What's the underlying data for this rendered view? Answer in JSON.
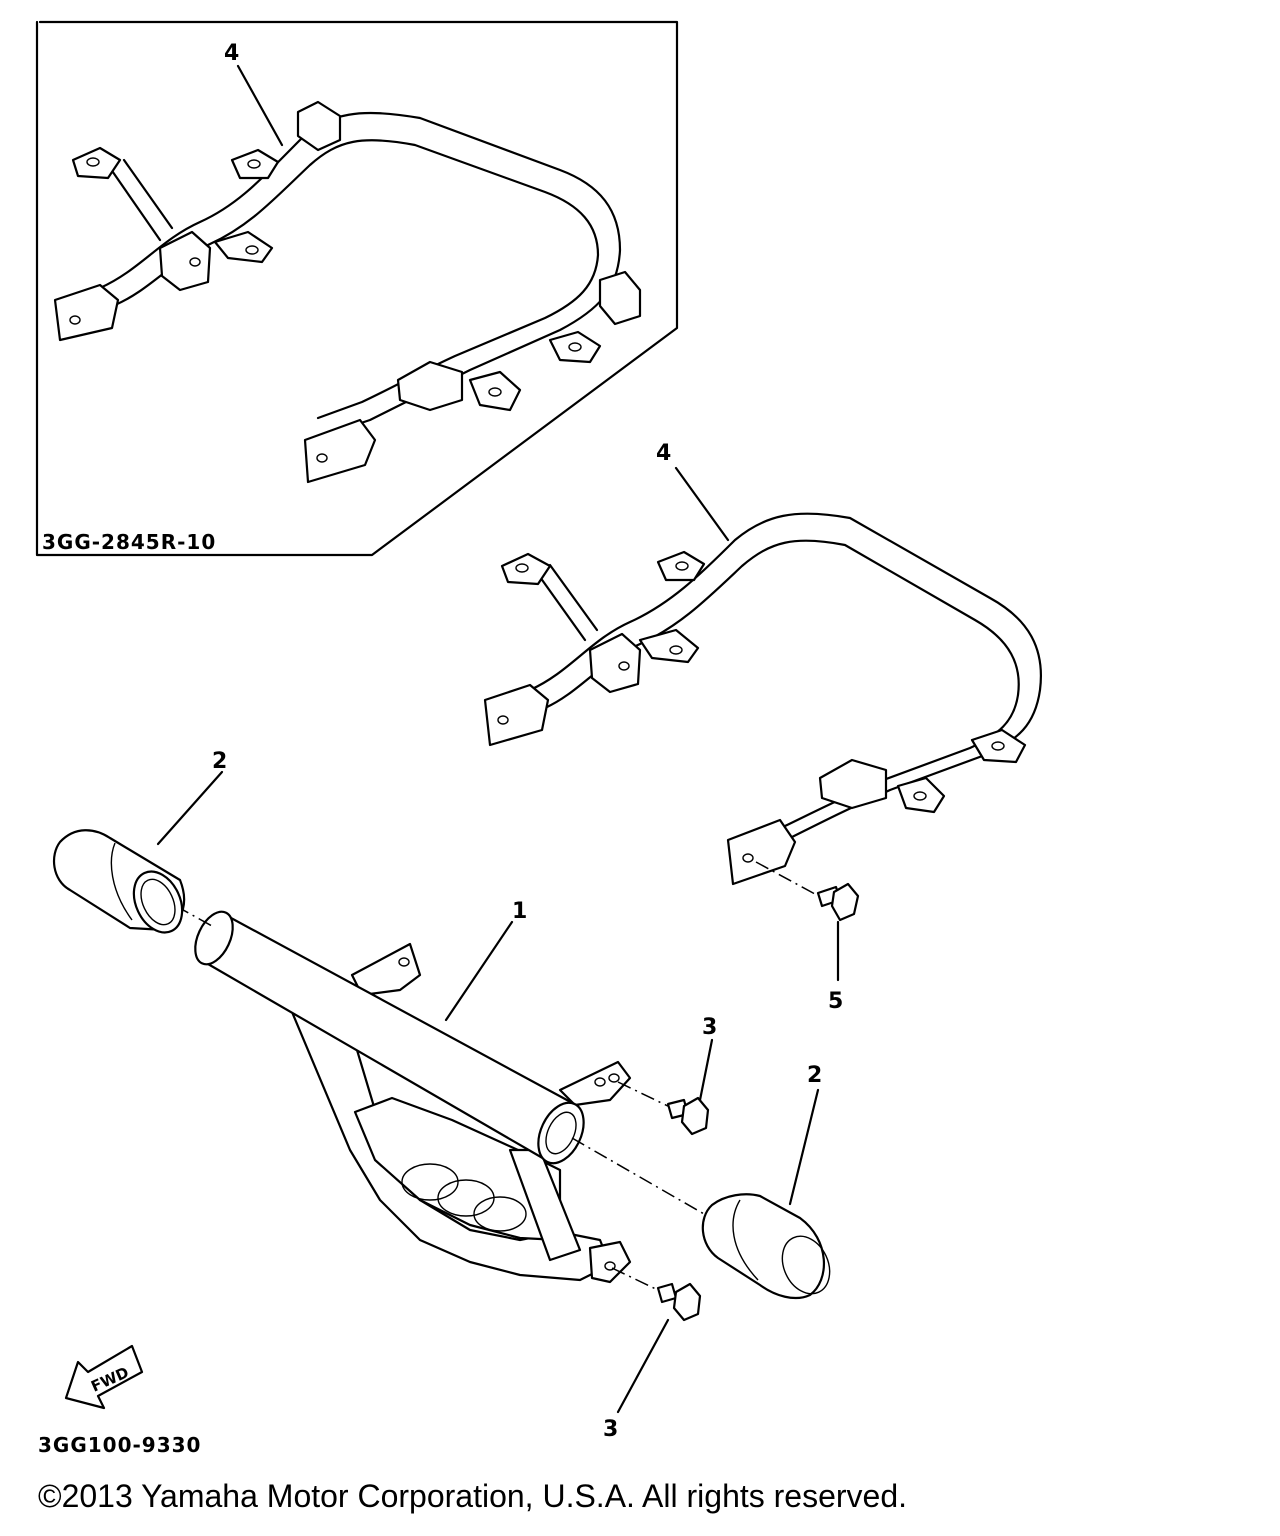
{
  "callouts": {
    "frame_inset": "4",
    "frame_main": "4",
    "cap_left": "2",
    "cap_right": "2",
    "tube": "1",
    "bolt_upper": "3",
    "bolt_lower": "3",
    "bolt_frame": "5"
  },
  "codes": {
    "inset_part": "3GG-2845R-10",
    "diagram": "3GG100-9330"
  },
  "fwd_label": "FWD",
  "copyright": "©2013 Yamaha Motor Corporation, U.S.A. All rights reserved."
}
